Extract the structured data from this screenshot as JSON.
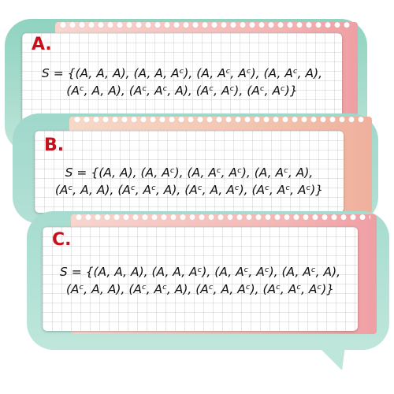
{
  "cards": [
    {
      "label": "A.",
      "line1": "S = {(A, A, A), (A, A, Aᶜ), (A, Aᶜ, Aᶜ), (A, Aᶜ, A),",
      "line2": "(Aᶜ, A, A), (Aᶜ, Aᶜ, A), (Aᶜ, Aᶜ), (Aᶜ, Aᶜ)}"
    },
    {
      "label": "B.",
      "line1": "S = {(A, A), (A, Aᶜ), (A, Aᶜ, Aᶜ), (A, Aᶜ, A),",
      "line2": "(Aᶜ, A, A), (Aᶜ, Aᶜ, A), (Aᶜ, A, Aᶜ), (Aᶜ, Aᶜ, Aᶜ)}"
    },
    {
      "label": "C.",
      "line1": "S = {(A, A, A), (A, A, Aᶜ), (A, Aᶜ, Aᶜ), (A, Aᶜ, A),",
      "line2": "(Aᶜ, A, A), (Aᶜ, Aᶜ, A), (Aᶜ, A, Aᶜ), (Aᶜ, Aᶜ, Aᶜ)}"
    }
  ]
}
